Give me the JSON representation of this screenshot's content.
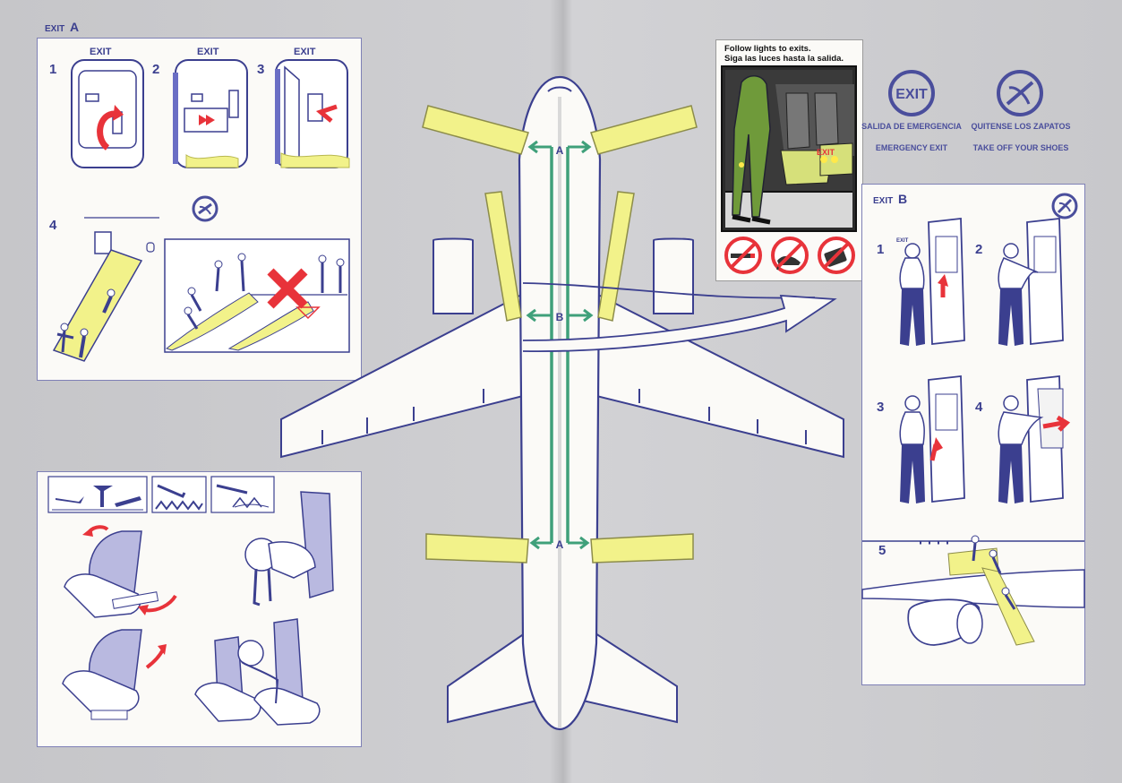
{
  "exit_a": {
    "section_prefix": "EXIT",
    "section_letter": "A",
    "door_label_1": "EXIT",
    "door_label_2": "EXIT",
    "door_label_3": "EXIT",
    "steps": [
      "1",
      "2",
      "3",
      "4"
    ]
  },
  "exit_b": {
    "section_prefix": "EXIT",
    "section_letter": "B",
    "door_label": "EXIT",
    "steps": [
      "1",
      "2",
      "3",
      "4",
      "5"
    ]
  },
  "lights_sign": {
    "line_en": "Follow lights to exits.",
    "line_es": "Siga las luces hasta la salida.",
    "floor_exit_label": "EXIT"
  },
  "symbols": {
    "exit_symbol_text": "EXIT",
    "exit_es": "SALIDA DE EMERGENCIA",
    "exit_en": "EMERGENCY EXIT",
    "shoes_es": "QUITENSE LOS ZAPATOS",
    "shoes_en": "TAKE OFF YOUR SHOES"
  },
  "plane": {
    "front_marker": "A",
    "mid_marker": "B",
    "rear_marker": "A"
  },
  "colors": {
    "ink": "#3b3f8f",
    "slide_yellow": "#f2f28a",
    "arrow_red": "#e8333a",
    "light_green": "#3fa07a",
    "paper": "#fbfaf7"
  }
}
